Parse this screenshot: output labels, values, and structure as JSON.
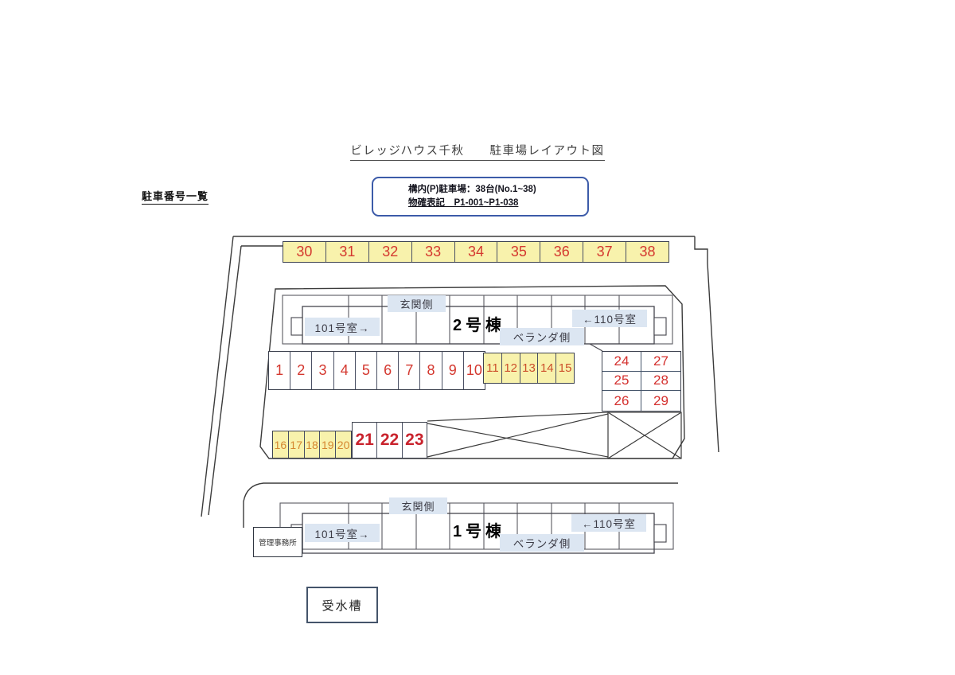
{
  "page": {
    "title": "ビレッジハウス千秋　　駐車場レイアウト図"
  },
  "legend": {
    "label": "駐車番号一覧"
  },
  "info_box": {
    "line1": "構内(P)駐車場：38台(No.1~38)",
    "line2": "物確表記　P1-001~P1-038"
  },
  "parking": {
    "top_row": [
      "30",
      "31",
      "32",
      "33",
      "34",
      "35",
      "36",
      "37",
      "38"
    ],
    "mid_row_white": [
      "1",
      "2",
      "3",
      "4",
      "5",
      "6",
      "7",
      "8",
      "9",
      "10"
    ],
    "mid_row_yellow": [
      "11",
      "12",
      "13",
      "14",
      "15"
    ],
    "side_grid": [
      "24",
      "25",
      "26",
      "27",
      "28",
      "29"
    ],
    "low_row_yellow": [
      "16",
      "17",
      "18",
      "19",
      "20"
    ],
    "low_row_white": [
      "21",
      "22",
      "23"
    ]
  },
  "building2": {
    "name": "2号棟",
    "entrance_side": "玄関側",
    "room_101": "101号室→",
    "room_110": "←110号室",
    "veranda_side": "ベランダ側"
  },
  "building1": {
    "name": "1号棟",
    "entrance_side": "玄関側",
    "room_101": "101号室→",
    "room_110": "←110号室",
    "veranda_side": "ベランダ側",
    "office": "管理事務所"
  },
  "water_tank": {
    "label": "受水槽"
  },
  "colors": {
    "space_yellow": "#f8f2ac",
    "label_blue": "#dce6f2",
    "number_red": "#d4382f",
    "number_orange": "#cc4f2b",
    "number_light_orange": "#d5862f",
    "info_border_blue": "#3c5ba9",
    "line_dark": "#3b3b3b"
  }
}
